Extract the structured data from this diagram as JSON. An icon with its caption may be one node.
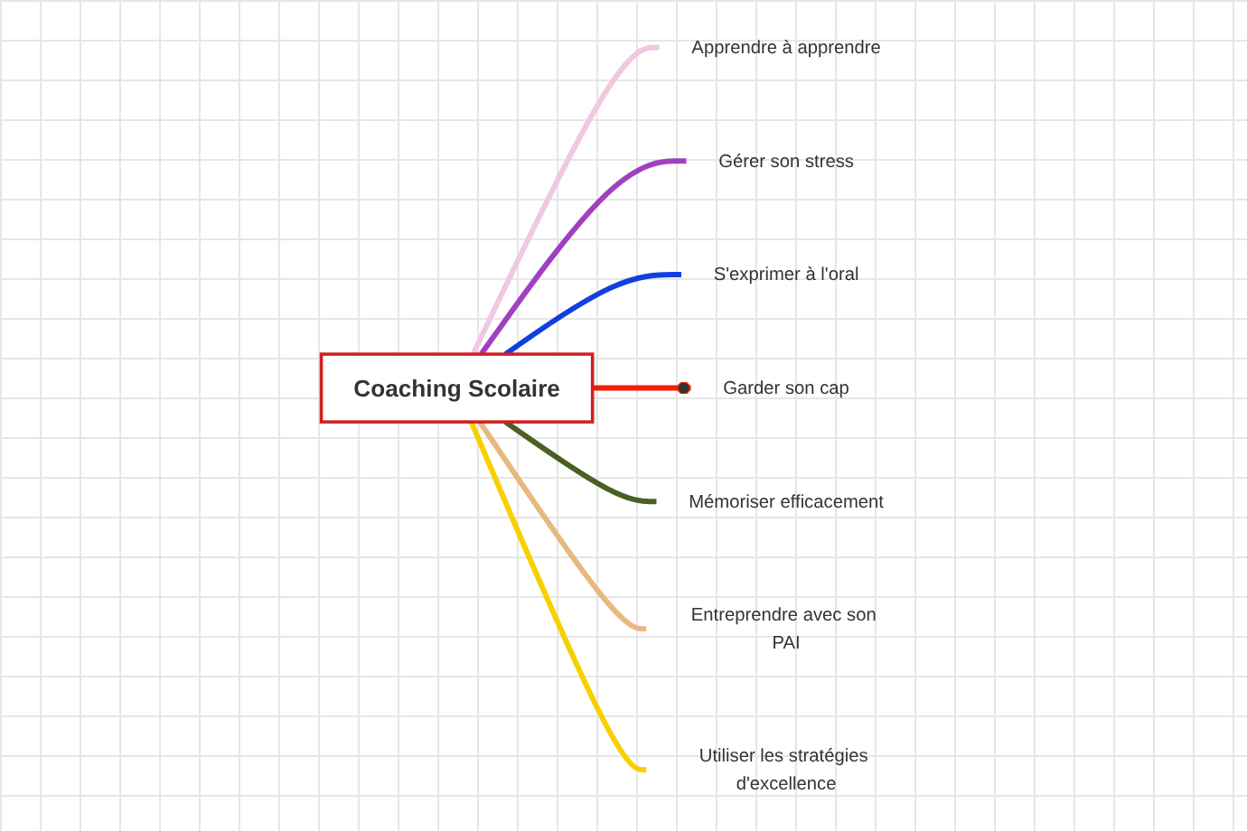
{
  "diagram": {
    "nodes": [
      {
        "text": [
          "Coaching Scolaire"
        ]
      },
      {
        "text": [
          "Apprendre à apprendre"
        ]
      },
      {
        "text": [
          "Gérer son stress"
        ]
      },
      {
        "text": [
          "S'exprimer à l'oral"
        ]
      },
      {
        "text": [
          "Garder son cap"
        ]
      },
      {
        "text": [
          "Mémoriser efficacement"
        ]
      },
      {
        "text": [
          "Entreprendre avec son PAI"
        ]
      },
      {
        "text": [
          "Utiliser les stratégies d'excellence"
        ]
      }
    ],
    "edges": [
      {
        "from": 0,
        "to": 1,
        "arrow": "none",
        "color": "#f0c8e0"
      },
      {
        "from": 0,
        "to": 2,
        "arrow": "none",
        "color": "#a040c0"
      },
      {
        "from": 0,
        "to": 3,
        "arrow": "none",
        "color": "#1040e0"
      },
      {
        "from": 0,
        "to": 4,
        "arrow": "other",
        "color": "#f02000"
      },
      {
        "from": 0,
        "to": 5,
        "arrow": "none",
        "color": "#4a6020"
      },
      {
        "from": 0,
        "to": 6,
        "arrow": "none",
        "color": "#e8b880"
      },
      {
        "from": 0,
        "to": 7,
        "arrow": "none",
        "color": "#f8d000"
      }
    ]
  }
}
